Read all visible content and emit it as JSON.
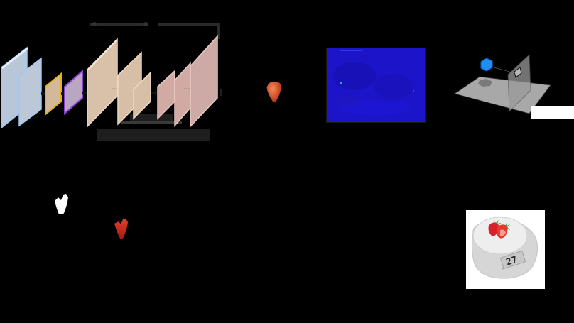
{
  "figure": {
    "background_color": "#000000",
    "network": {
      "type": "encoder-decoder",
      "input_layers": [
        {
          "name": "input-slice-1",
          "color": "#b8c6d8",
          "border": "#9ec8f0"
        },
        {
          "name": "input-slice-2",
          "color": "#b8c6d8",
          "border": "#9ec8f0"
        }
      ],
      "conv_block": {
        "color": "#d4b89a",
        "border": "#e6b21a"
      },
      "pool_block": {
        "color": "#b9a6c2",
        "border": "#8a3fd1"
      },
      "encoder_layers": {
        "color": "#d9c0a8",
        "ellipsis": "..."
      },
      "decoder_layers": {
        "color": "#d1aaa4",
        "ellipsis": "..."
      },
      "skip_connection_color": "#2a2a2a"
    },
    "segmented_strawberry": {
      "color": "#d2502a"
    },
    "depth_map": {
      "base_color": "#1c14c8",
      "hotspot_colors": [
        "#2fa6e8",
        "#d0202a"
      ]
    },
    "geometry_scene": {
      "plane_color": "#a8a8a8",
      "object_color": "#1e8ff0",
      "shadow_color": "#7a7a7a"
    },
    "binary_mask": {
      "color": "#ffffff"
    },
    "masked_strawberry": {
      "color": "#c82a1a"
    },
    "kitchen_scale": {
      "display_value": "27",
      "body_color": "#d6d6d6",
      "plate_color": "#eeeeee",
      "fruit_color": "#d8202a"
    }
  }
}
